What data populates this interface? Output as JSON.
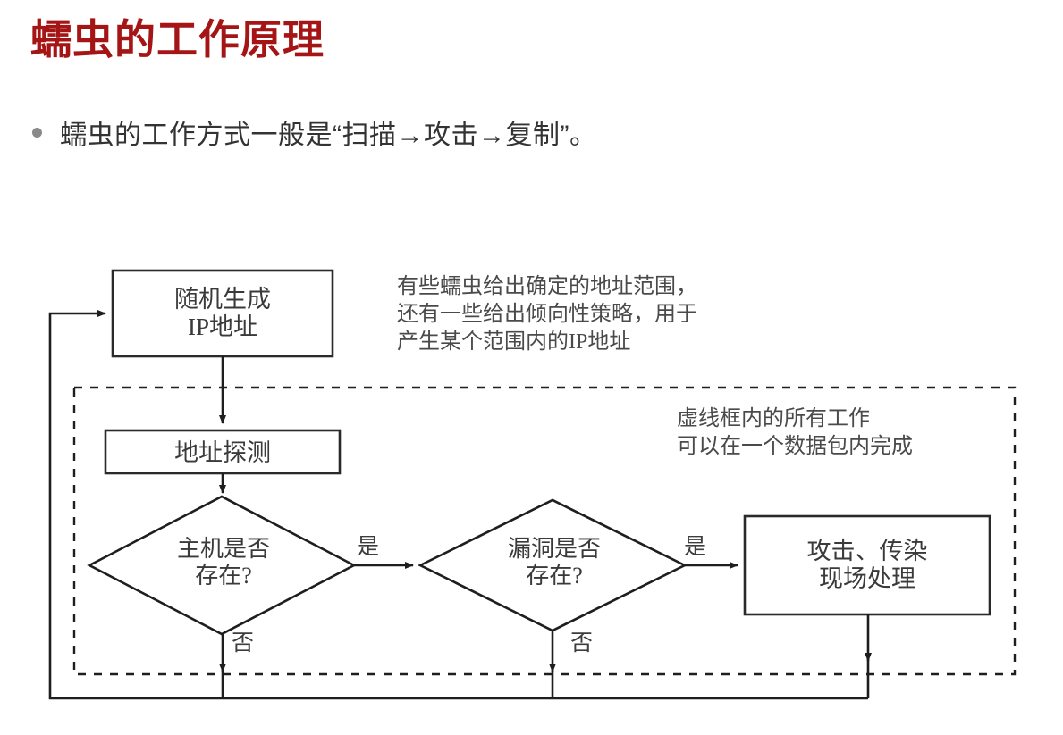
{
  "slide": {
    "title": "蠕虫的工作原理",
    "title_color": "#a51515",
    "background": "#ffffff",
    "bullets": [
      {
        "marker": "bullet-dot",
        "text": "蠕虫的工作方式一般是“扫描→攻击→复制”。"
      }
    ]
  },
  "flowchart": {
    "type": "flowchart",
    "nodes": [
      {
        "id": "random-ip",
        "shape": "rect",
        "lines": [
          "随机生成",
          "IP地址"
        ]
      },
      {
        "id": "probe",
        "shape": "rect",
        "lines": [
          "地址探测"
        ]
      },
      {
        "id": "host-q",
        "shape": "diamond",
        "lines": [
          "主机是否",
          "存在?"
        ]
      },
      {
        "id": "vuln-q",
        "shape": "diamond",
        "lines": [
          "漏洞是否",
          "存在?"
        ]
      },
      {
        "id": "attack",
        "shape": "rect",
        "lines": [
          "攻击、传染",
          "现场处理"
        ]
      }
    ],
    "edge_labels": {
      "host_yes": "是",
      "host_no": "否",
      "vuln_yes": "是",
      "vuln_no": "否"
    },
    "dashed_region": {
      "style": "dashed",
      "note_lines": [
        "虚线框内的所有工作",
        "可以在一个数据包内完成"
      ]
    },
    "annotations": [
      {
        "id": "addr-range",
        "lines": [
          "有些蠕虫给出确定的地址范围，",
          "还有一些给出倾向性策略，用于",
          "产生某个范围内的IP地址"
        ]
      }
    ],
    "line_color": "#1e1e1e",
    "text_color": "#3a3a3a"
  }
}
